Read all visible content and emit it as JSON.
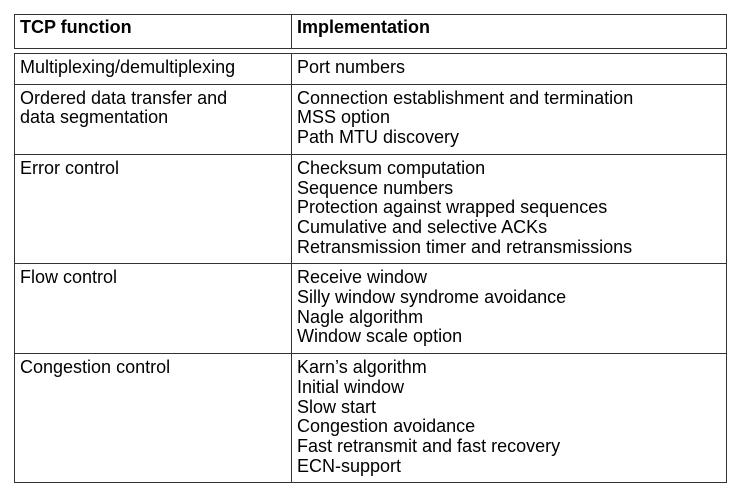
{
  "header": {
    "function": "TCP function",
    "implementation": "Implementation"
  },
  "rows": [
    {
      "function": [
        "Multiplexing/demultiplexing"
      ],
      "implementation": [
        "Port numbers"
      ]
    },
    {
      "function": [
        "Ordered data transfer and",
        "data segmentation"
      ],
      "implementation": [
        "Connection establishment and termination",
        "MSS option",
        "Path MTU discovery"
      ]
    },
    {
      "function": [
        "Error control"
      ],
      "implementation": [
        "Checksum computation",
        "Sequence numbers",
        "Protection against wrapped sequences",
        "Cumulative and selective ACKs",
        "Retransmission timer and retransmissions"
      ]
    },
    {
      "function": [
        "Flow control"
      ],
      "implementation": [
        "Receive window",
        "Silly window syndrome avoidance",
        "Nagle algorithm",
        "Window scale option"
      ]
    },
    {
      "function": [
        "Congestion control"
      ],
      "implementation": [
        "Karn’s algorithm",
        "Initial window",
        "Slow start",
        "Congestion avoidance",
        "Fast retransmit and fast recovery",
        "ECN-support"
      ]
    }
  ]
}
